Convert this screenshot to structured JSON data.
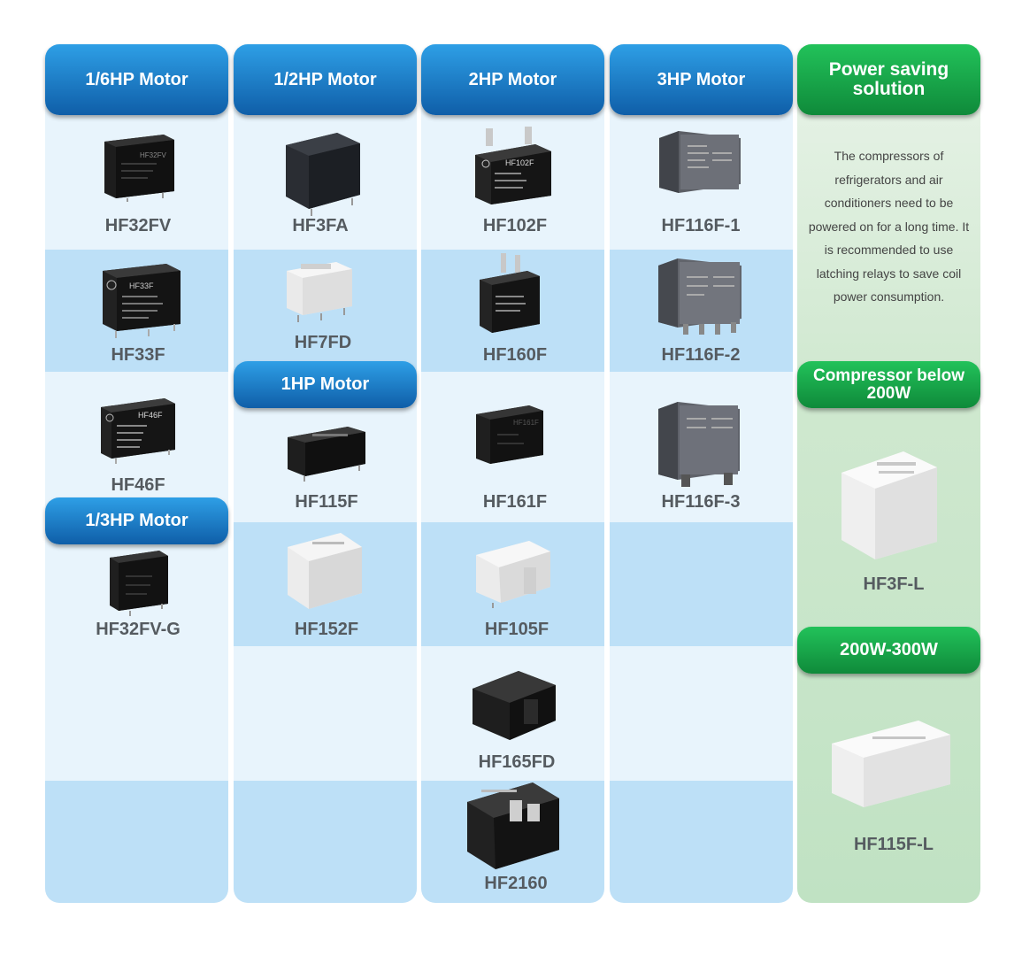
{
  "headers": {
    "hp16": "1/6HP Motor",
    "hp12": "1/2HP Motor",
    "hp2": "2HP Motor",
    "hp3": "3HP Motor",
    "power_saving": "Power saving solution",
    "hp13": "1/3HP Motor",
    "hp1": "1HP Motor",
    "compressor200": "Compressor below 200W",
    "w200_300": "200W-300W"
  },
  "description": "The compressors of refrigerators and air conditioners need to be powered on for a long time. It is recommended to use latching relays to save coil power consumption.",
  "products": {
    "hf32fv": "HF32FV",
    "hf33f": "HF33F",
    "hf46f": "HF46F",
    "hf32fvg": "HF32FV-G",
    "hf3fa": "HF3FA",
    "hf7fd": "HF7FD",
    "hf115f": "HF115F",
    "hf152f": "HF152F",
    "hf102f": "HF102F",
    "hf160f": "HF160F",
    "hf161f": "HF161F",
    "hf105f": "HF105F",
    "hf165fd": "HF165FD",
    "hf2160": "HF2160",
    "hf116f1": "HF116F-1",
    "hf116f2": "HF116F-2",
    "hf116f3": "HF116F-3",
    "hf3fl": "HF3F-L",
    "hf115fl": "HF115F-L"
  },
  "printed": {
    "hf32fv": "HF32FV",
    "hf33f": "HF33F",
    "hf46f": "HF46F",
    "hf102f": "HF102F",
    "hf161f": "HF161F"
  },
  "colors": {
    "header_blue": "#1473c4",
    "header_green": "#17a548",
    "band_light": "#e8f4fc",
    "band_mid": "#bde0f7",
    "label_gray": "#555b60"
  }
}
